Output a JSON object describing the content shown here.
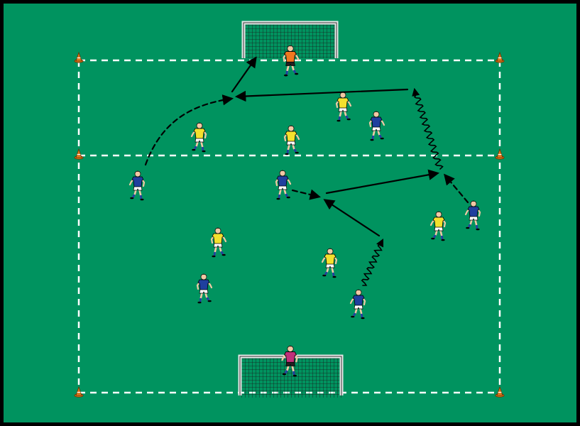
{
  "diagram": {
    "pitch_color": "#00935f",
    "border_color": "#000000",
    "line_color": "#ffffff",
    "cone_color": "#e0781e",
    "arrow_color": "#000000",
    "team_blue": "#1f3f9e",
    "team_yellow": "#f3e12d",
    "goalkeeper_top": "#f07820",
    "goalkeeper_bottom": "#c0307a",
    "cones": [
      {
        "id": "tl"
      },
      {
        "id": "tr"
      },
      {
        "id": "ml"
      },
      {
        "id": "mr"
      },
      {
        "id": "bl"
      },
      {
        "id": "br"
      }
    ],
    "goals": [
      {
        "id": "top"
      },
      {
        "id": "bottom"
      }
    ],
    "players": [
      {
        "id": "gk-top",
        "team": "goalkeeper_top"
      },
      {
        "id": "gk-bottom",
        "team": "goalkeeper_bottom"
      },
      {
        "id": "y1",
        "team": "yellow"
      },
      {
        "id": "y2",
        "team": "yellow"
      },
      {
        "id": "y3",
        "team": "yellow"
      },
      {
        "id": "y4",
        "team": "yellow"
      },
      {
        "id": "y5",
        "team": "yellow"
      },
      {
        "id": "y6",
        "team": "yellow"
      },
      {
        "id": "b1",
        "team": "blue"
      },
      {
        "id": "b2",
        "team": "blue"
      },
      {
        "id": "b3",
        "team": "blue"
      },
      {
        "id": "b4",
        "team": "blue"
      },
      {
        "id": "b5",
        "team": "blue"
      },
      {
        "id": "b6",
        "team": "blue"
      }
    ],
    "movements": [
      {
        "id": "dribble-start",
        "style": "wavy"
      },
      {
        "id": "pass-1",
        "style": "solid"
      },
      {
        "id": "run-1",
        "style": "dashed"
      },
      {
        "id": "pass-2",
        "style": "solid"
      },
      {
        "id": "run-right",
        "style": "dashed"
      },
      {
        "id": "dribble-right",
        "style": "wavy"
      },
      {
        "id": "cross",
        "style": "solid"
      },
      {
        "id": "run-left",
        "style": "dashed"
      },
      {
        "id": "shot",
        "style": "solid"
      }
    ]
  }
}
